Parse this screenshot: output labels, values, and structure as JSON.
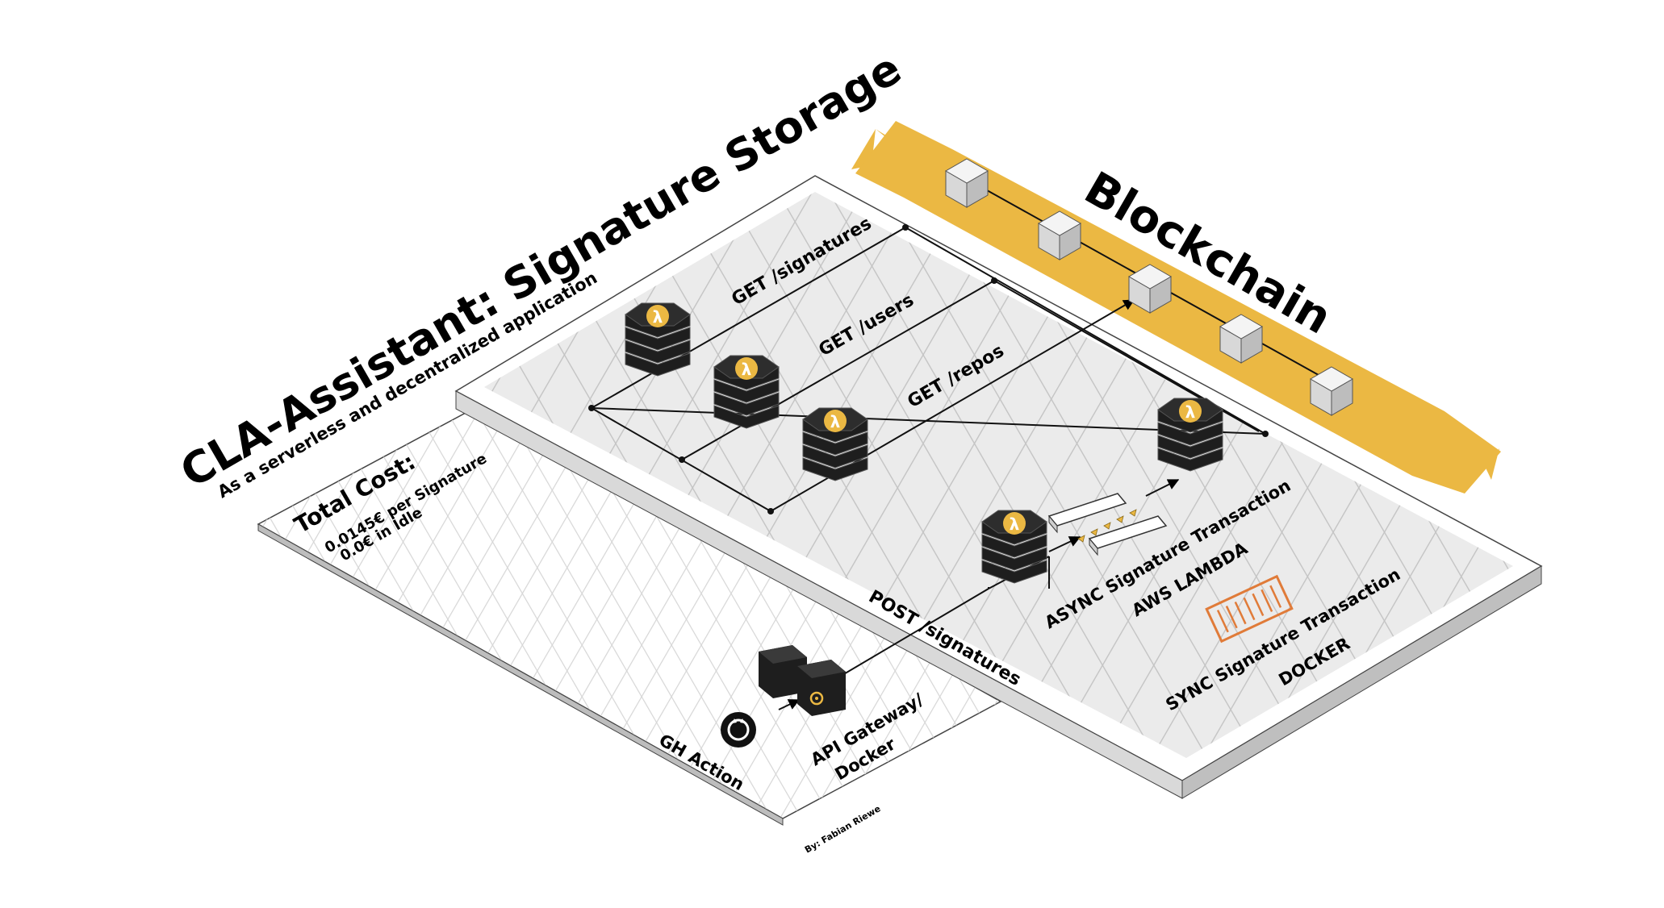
{
  "header": {
    "title": "CLA-Assistant: Signature Storage",
    "subtitle": "As a serverless and decentralized application"
  },
  "cost": {
    "heading": "Total Cost:",
    "per_signature": "0.0145€ per Signature",
    "idle": "0.0€ in Idle"
  },
  "endpoints": {
    "get_signatures": "GET /signatures",
    "get_users": "GET /users",
    "get_repos": "GET /repos",
    "post_signatures": "POST /signatures"
  },
  "blockchain": {
    "label": "Blockchain"
  },
  "async_transaction": {
    "label": "ASYNC Signature Transaction",
    "runtime": "AWS LAMBDA"
  },
  "sync_transaction": {
    "label": "SYNC Signature Transaction",
    "runtime": "DOCKER"
  },
  "gateway": {
    "label_line1": "API Gateway/",
    "label_line2": "Docker"
  },
  "gh_action": {
    "label": "GH Action"
  },
  "author": {
    "label": "By: Fabian Riewe"
  },
  "icons": {
    "lambda": "lambda-icon",
    "github": "github-icon",
    "gateway": "api-gateway-icon",
    "docker": "docker-container-icon",
    "block": "block-cube-icon"
  },
  "colors": {
    "accent": "#ebb843",
    "plate_fill": "#ebebeb",
    "server": "#1e1e1e",
    "docker": "#e07b39"
  }
}
